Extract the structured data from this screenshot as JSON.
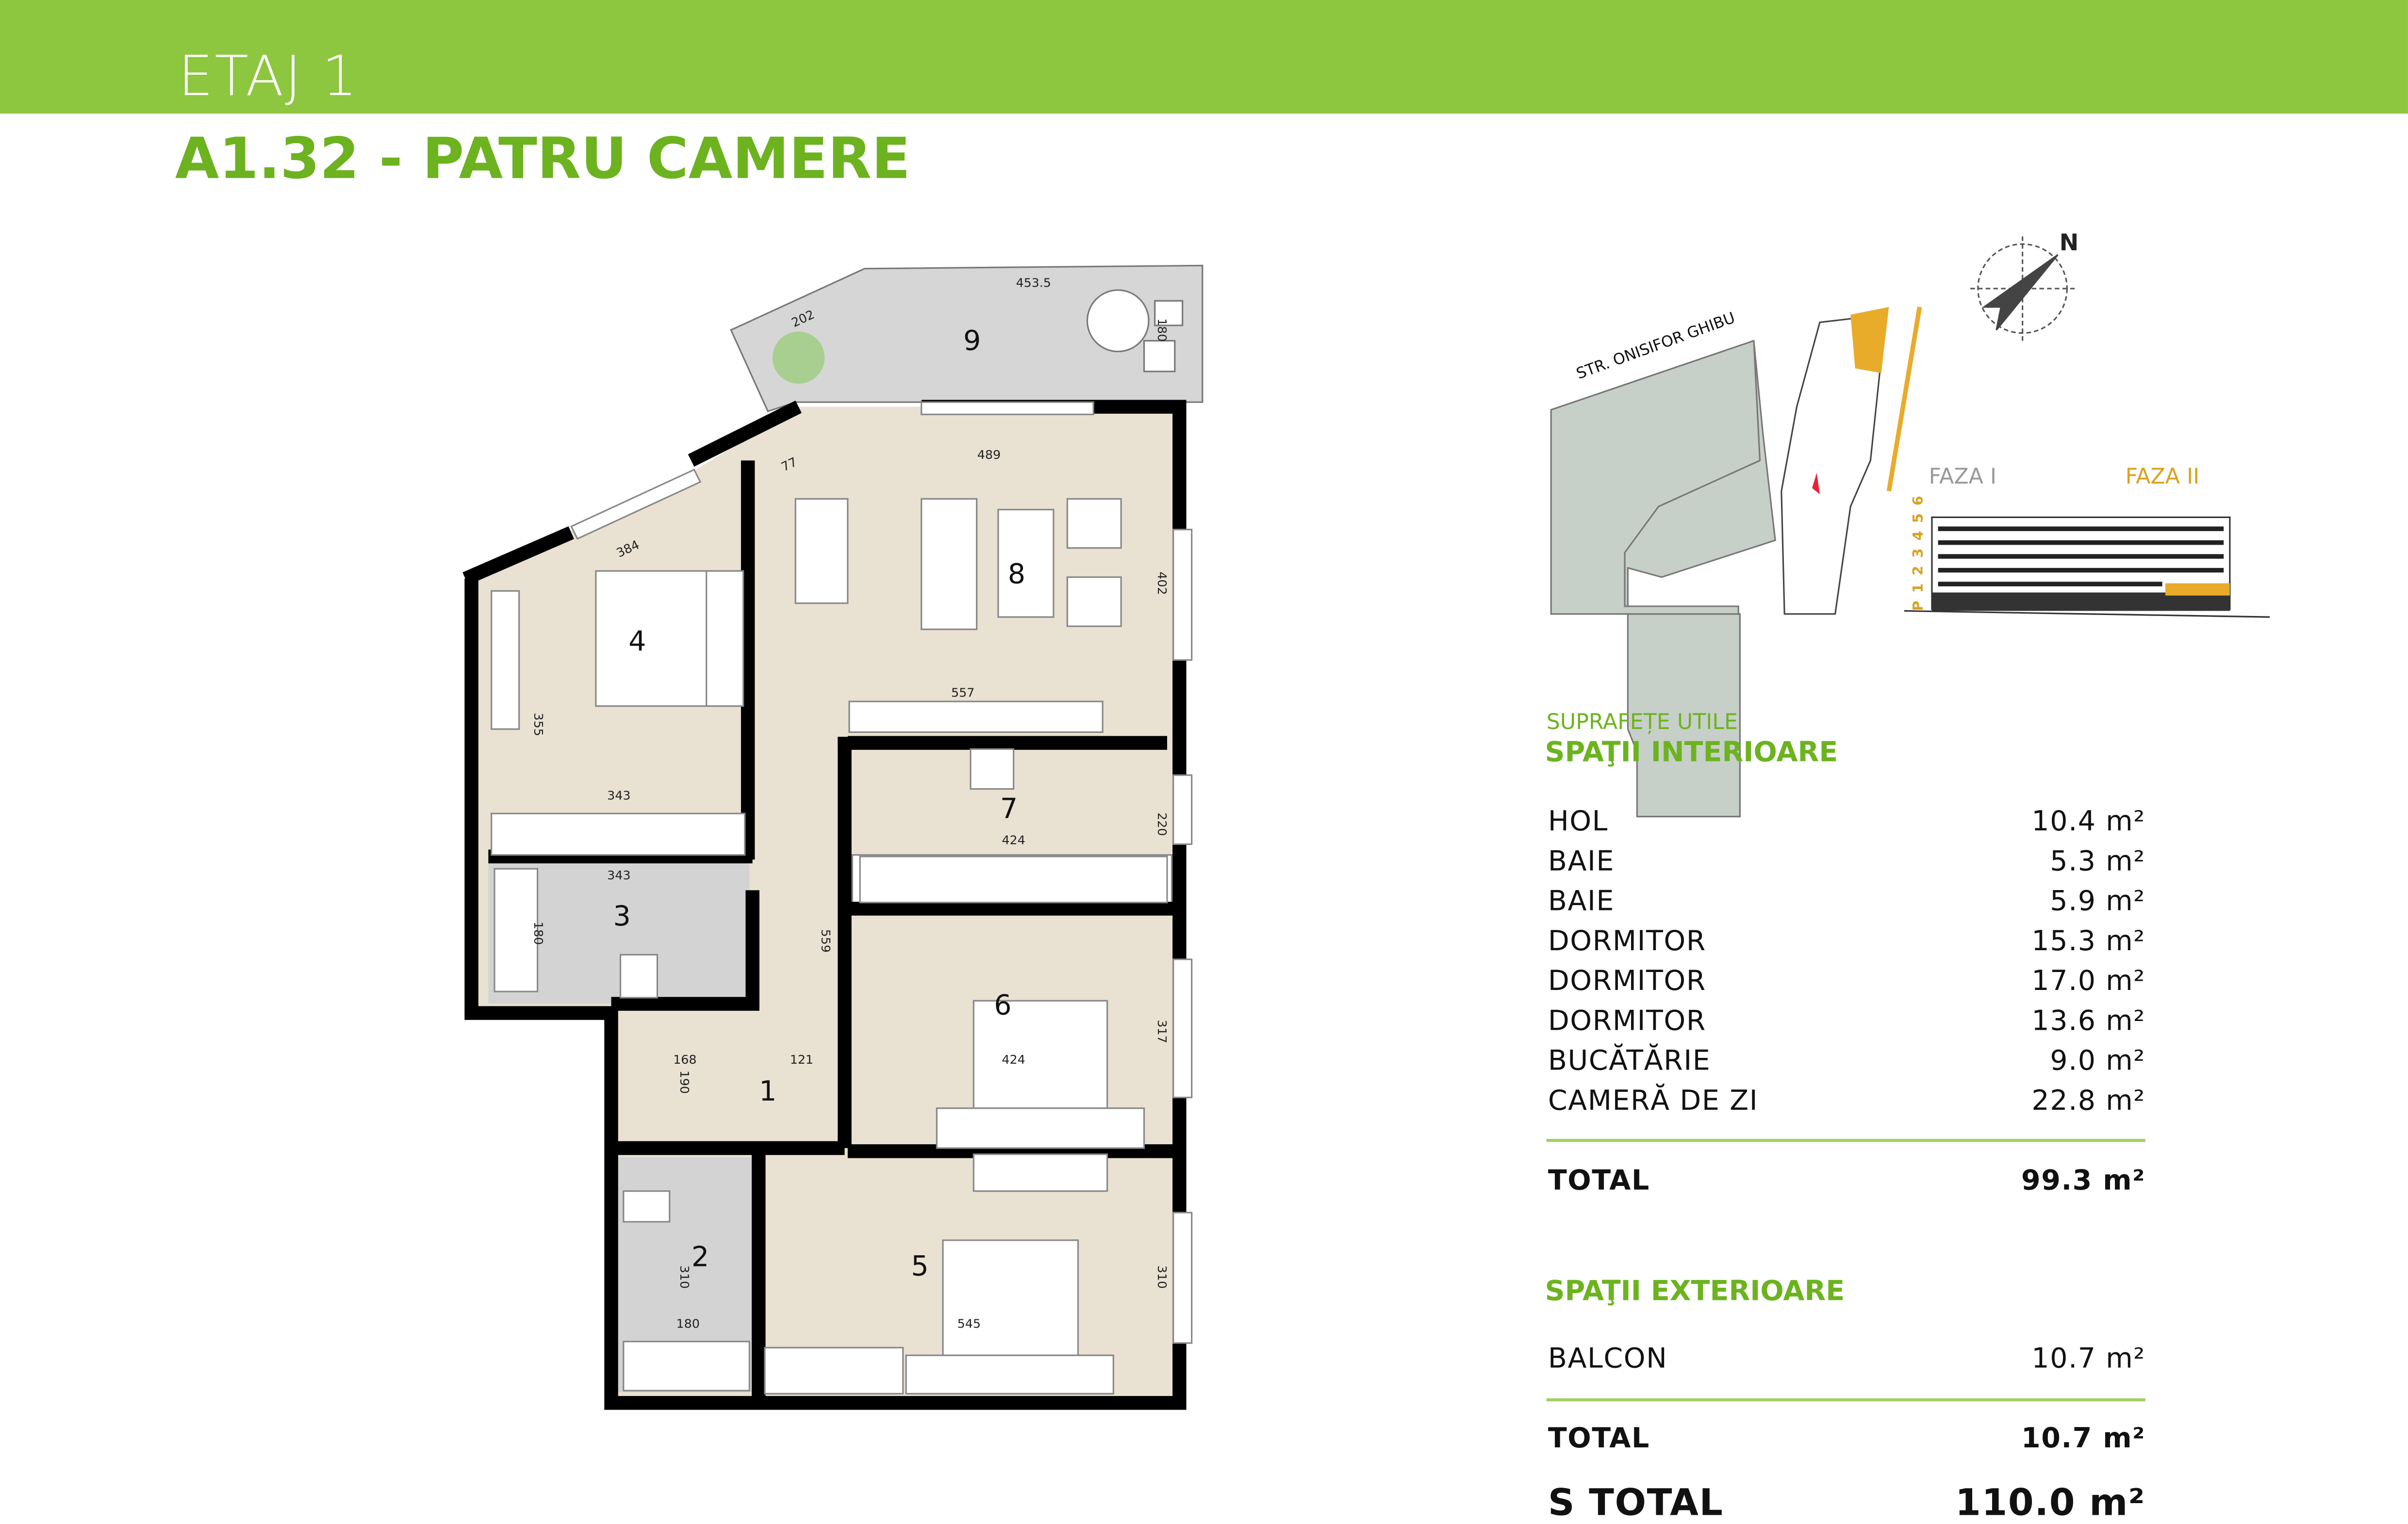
{
  "header": {
    "floor": "ETAJ 1",
    "unit": "A1.32 - PATRU CAMERE"
  },
  "colors": {
    "accent": "#8dc63f",
    "title_green": "#6cb31f",
    "highlight": "#e8ac2a"
  },
  "floorplan": {
    "rooms": [
      "1",
      "2",
      "3",
      "4",
      "5",
      "6",
      "7",
      "8",
      "9"
    ],
    "dims": [
      "453.5",
      "202",
      "180",
      "77",
      "489",
      "384",
      "402",
      "355",
      "343",
      "557",
      "220",
      "424",
      "343",
      "180",
      "559",
      "317",
      "168",
      "190",
      "121",
      "424",
      "310",
      "180",
      "545",
      "310"
    ]
  },
  "siteplan": {
    "street": "STR. ONISIFOR GHIBU",
    "north": "N",
    "phase1": "FAZA I",
    "phase2": "FAZA II",
    "levels": "P 1 2 3 4 5 6"
  },
  "areas": {
    "subtitle": "SUPRAFEȚE UTILE",
    "interior_title": "SPAŢII INTERIOARE",
    "interior": [
      {
        "name": "HOL",
        "value": "10.4 m²"
      },
      {
        "name": "BAIE",
        "value": "5.3 m²"
      },
      {
        "name": "BAIE",
        "value": "5.9 m²"
      },
      {
        "name": "DORMITOR",
        "value": "15.3 m²"
      },
      {
        "name": "DORMITOR",
        "value": "17.0 m²"
      },
      {
        "name": "DORMITOR",
        "value": "13.6 m²"
      },
      {
        "name": "BUCĂTĂRIE",
        "value": "9.0 m²"
      },
      {
        "name": "CAMERĂ DE ZI",
        "value": "22.8 m²"
      }
    ],
    "interior_total": {
      "label": "TOTAL",
      "value": "99.3 m²"
    },
    "exterior_title": "SPAŢII EXTERIOARE",
    "exterior": [
      {
        "name": "BALCON",
        "value": "10.7 m²"
      }
    ],
    "exterior_total": {
      "label": "TOTAL",
      "value": "10.7 m²"
    },
    "grand_total": {
      "label": "S TOTAL",
      "value": "110.0 m²"
    }
  }
}
